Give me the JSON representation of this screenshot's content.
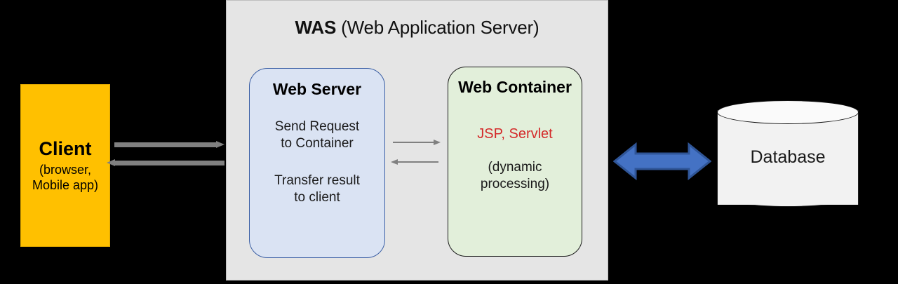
{
  "diagram": {
    "background_color": "#000000",
    "title_visible": false
  },
  "was_panel": {
    "abbr": "WAS",
    "full_title": " (Web Application Server)",
    "background_color": "#E5E5E5"
  },
  "client": {
    "title": "Client",
    "subtitle": "(browser,\nMobile app)",
    "fill_color": "#FFC000"
  },
  "web_server": {
    "title": "Web Server",
    "line1": "Send Request\nto Container",
    "line2": "Transfer result\nto client",
    "fill_color": "#DAE3F3",
    "border_color": "#3B5FA4"
  },
  "web_container": {
    "title": "Web Container",
    "tech": "JSP, Servlet",
    "tech_color": "#D42A2A",
    "note": "(dynamic\nprocessing)",
    "fill_color": "#E2EFDA",
    "border_color": "#1A1A1A"
  },
  "database": {
    "label": "Database",
    "fill_color": "#F2F2F2",
    "border_color": "#1F1F1F"
  },
  "connections": {
    "client_to_was": "request arrow pointing right",
    "was_to_client": "response arrow pointing left",
    "web_server_to_container": "send request arrow pointing right",
    "container_to_web_server": "transfer result arrow pointing left",
    "container_to_database": "bidirectional arrow",
    "gray_color": "#808080",
    "blue_fill": "#4472C4",
    "blue_stroke": "#2F5597"
  }
}
